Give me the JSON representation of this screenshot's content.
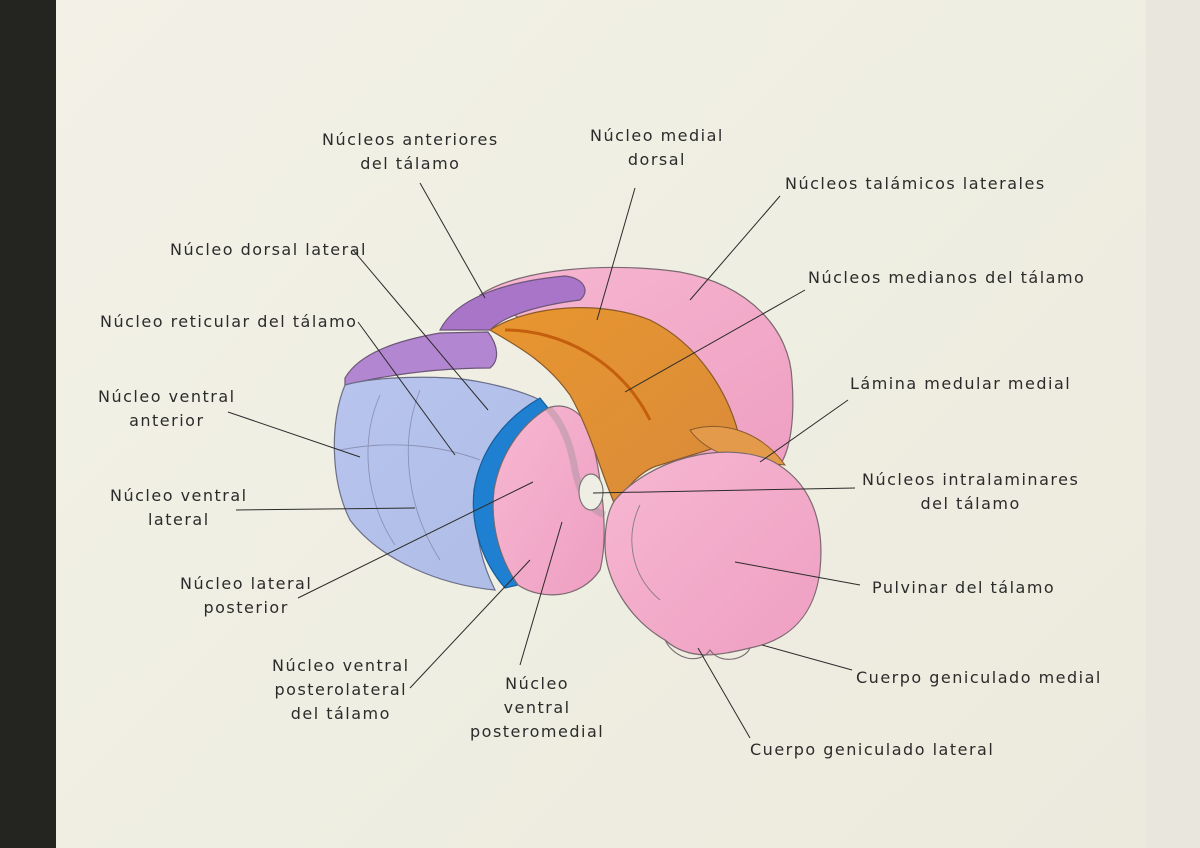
{
  "labels": {
    "nucleos_anteriores": "Núcleos anteriores\ndel tálamo",
    "nucleo_medial_dorsal": "Núcleo medial\ndorsal",
    "nucleos_talamicos_laterales": "Núcleos talámicos laterales",
    "nucleo_dorsal_lateral": "Núcleo dorsal lateral",
    "nucleos_medianos": "Núcleos medianos del tálamo",
    "nucleo_reticular": "Núcleo reticular del tálamo",
    "lamina_medular_medial": "Lámina medular medial",
    "nucleo_ventral_anterior": "Núcleo ventral\nanterior",
    "nucleos_intralaminares": "Núcleos intralaminares\ndel tálamo",
    "nucleo_ventral_lateral": "Núcleo ventral\nlateral",
    "pulvinar": "Pulvinar del tálamo",
    "nucleo_lateral_posterior": "Núcleo lateral\nposterior",
    "cuerpo_geniculado_medial": "Cuerpo geniculado medial",
    "nucleo_ventral_posterolateral": "Núcleo ventral\nposterolateral\ndel tálamo",
    "nucleo_ventral_posteromedial": "Núcleo\nventral\nposteromedial",
    "cuerpo_geniculado_lateral": "Cuerpo geniculado lateral"
  },
  "colors": {
    "pink": "#f2a9c8",
    "orange": "#e98a2e",
    "purple": "#a777c9",
    "light_blue": "#a9b9e6",
    "blue": "#1f7fd0",
    "paper": "#f1efe4"
  }
}
